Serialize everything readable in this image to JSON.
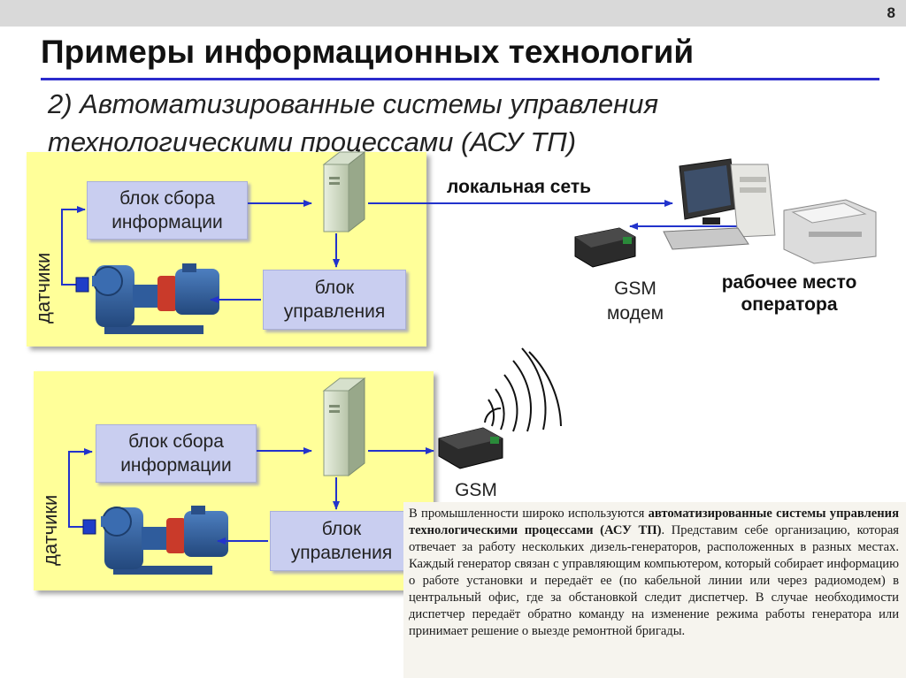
{
  "slide_number": "8",
  "title": "Примеры информационных технологий",
  "subtitle": "2) Автоматизированные системы управления технологическими процессами (АСУ ТП)",
  "panel_top": {
    "sensors_label": "датчики",
    "collect_block": "блок сбора\nинформации",
    "control_block": "блок\nуправления"
  },
  "panel_bottom": {
    "sensors_label": "датчики",
    "collect_block": "блок сбора\nинформации",
    "control_block": "блок\nуправления"
  },
  "network_label": "локальная сеть",
  "gsm_modem_label": "GSM\nмодем",
  "operator_label": "рабочее место\nоператора",
  "gsm_label": "GSM",
  "text_excerpt": {
    "line1": "В промышленности широко используются ",
    "bold": "автоматизированные системы управления технологическими процессами (АСУ ТП)",
    "line2": ". Представим себе организацию, которая отвечает за работу нескольких дизель-генераторов, расположенных в разных местах. Каждый генератор связан с управляющим компьютером, который собирает информацию о работе установки и передаёт ее (по кабельной линии или через радиомодем) в центральный офис, где за обстановкой следит диспетчер. В случае необходимости диспетчер передаёт обратно команду на изменение режима работы генератора или принимает решение о выезде ремонтной бригады."
  },
  "colors": {
    "panel": "#ffff99",
    "block": "#c9cef0",
    "arrow": "#2233cc",
    "title_rule": "#2b2bcc"
  }
}
